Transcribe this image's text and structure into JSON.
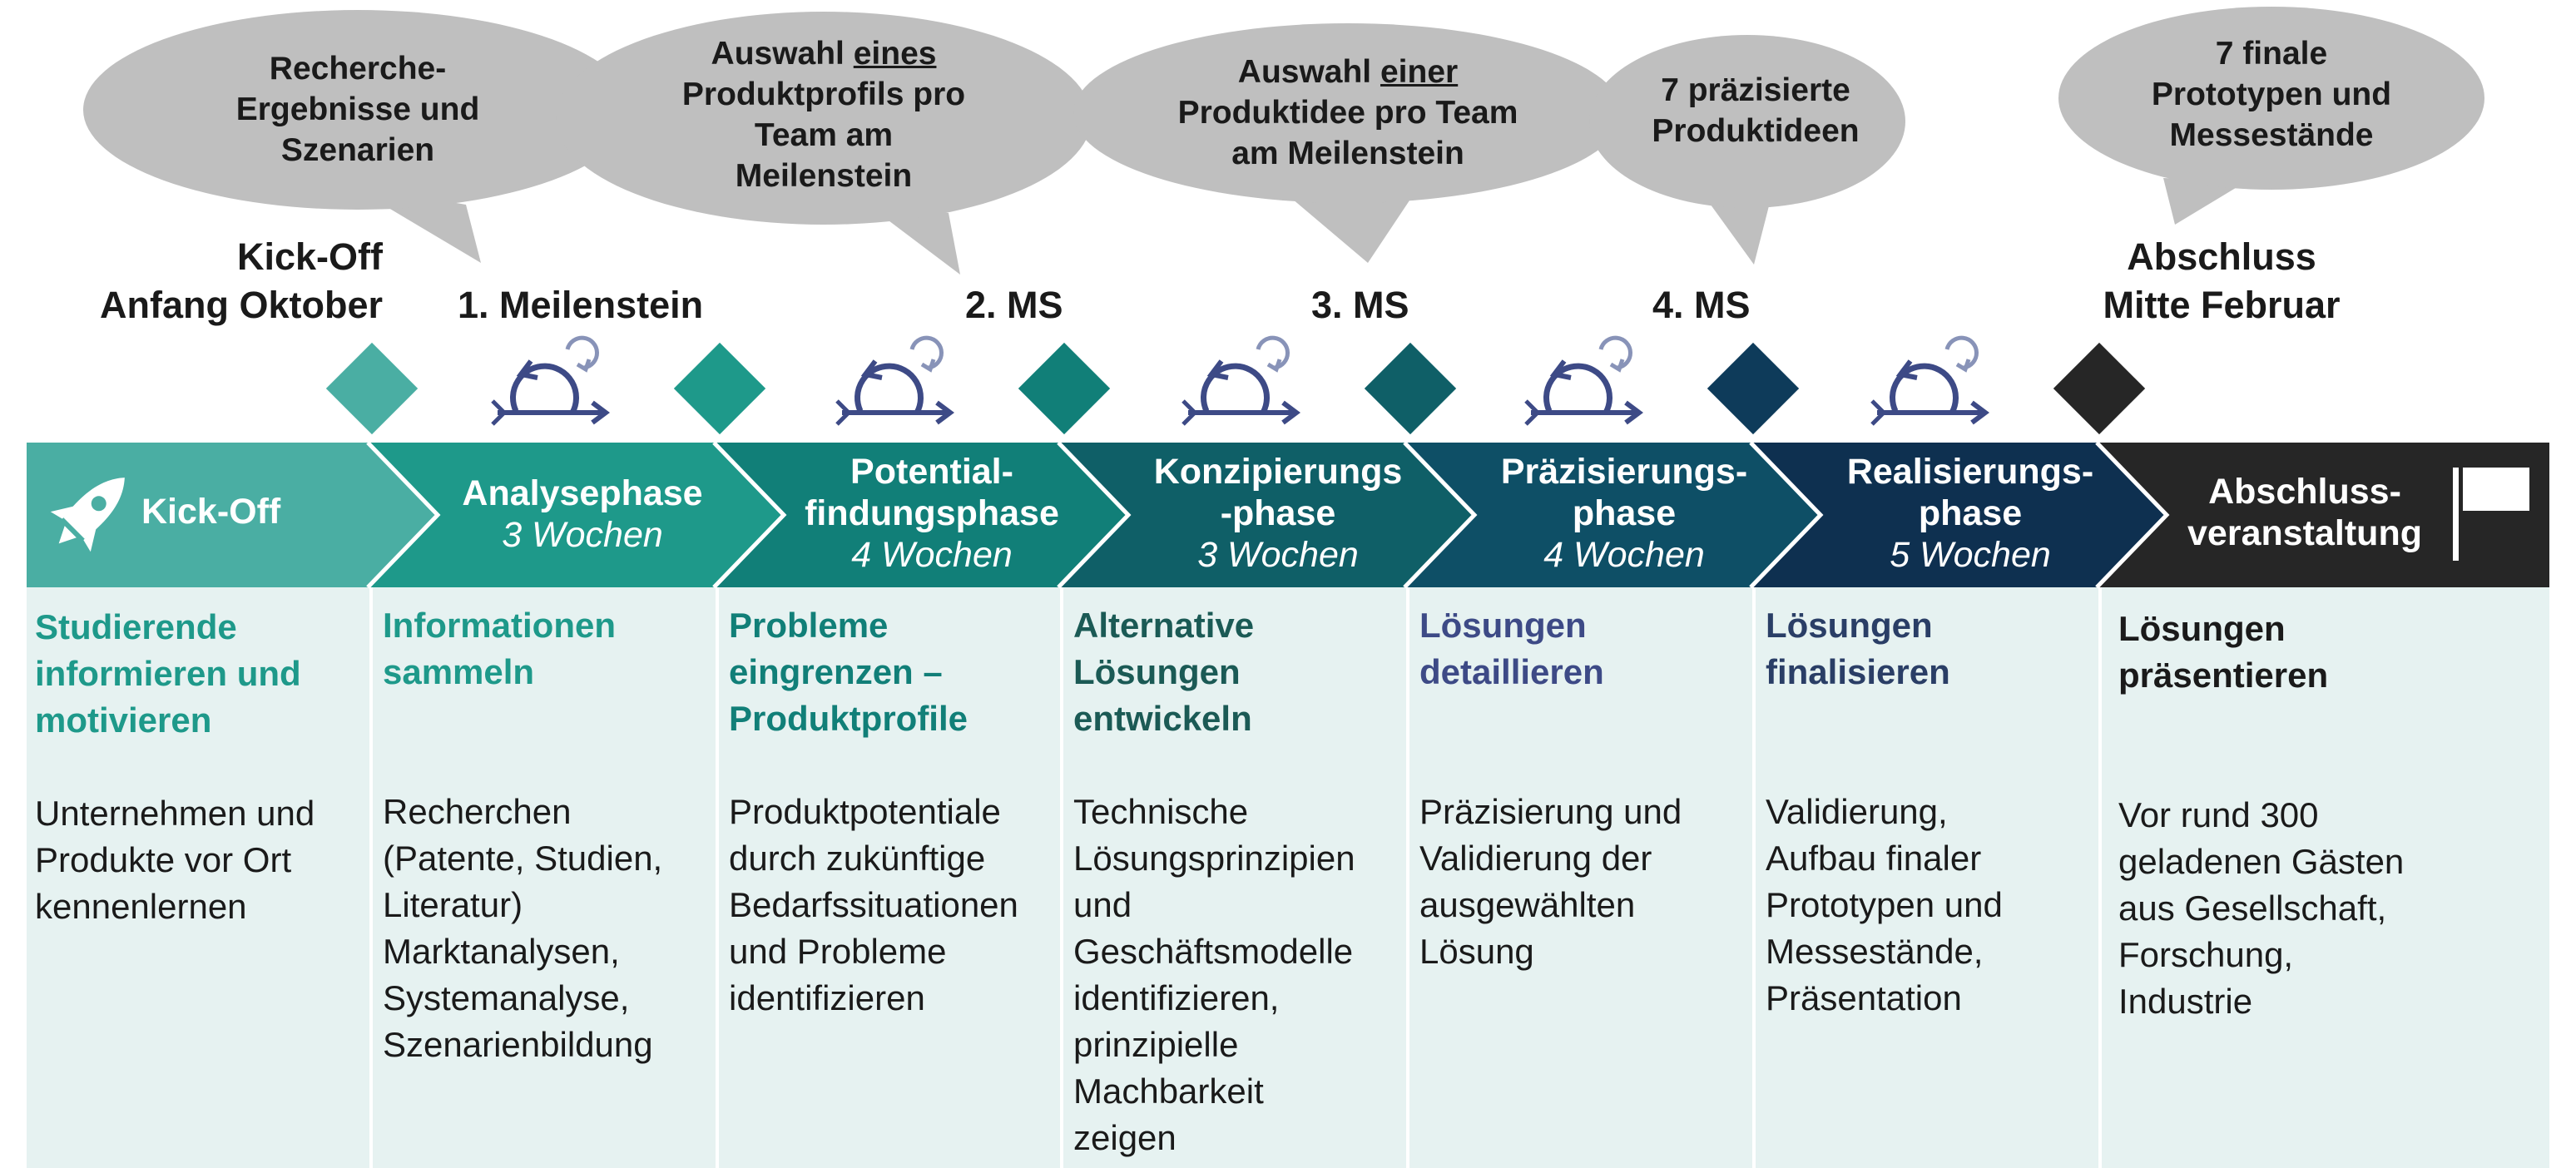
{
  "bubbles": [
    {
      "pre": "Recherche-\nErgebnisse und\nSzenarien",
      "u": "",
      "post": ""
    },
    {
      "pre": "Auswahl ",
      "u": "eines",
      "post": "\nProduktprofils pro\nTeam am\nMeilenstein"
    },
    {
      "pre": "Auswahl ",
      "u": "einer",
      "post": "\nProduktidee pro Team\nam Meilenstein"
    },
    {
      "pre": "7 präzisierte\nProduktideen",
      "u": "",
      "post": ""
    },
    {
      "pre": "7 finale\nPrototypen und\nMessestände",
      "u": "",
      "post": ""
    }
  ],
  "milestones": [
    {
      "label": "Kick-Off\nAnfang Oktober",
      "color": "#4aaea3"
    },
    {
      "label": "1. Meilenstein",
      "color": "#1e998a"
    },
    {
      "label": "2. MS",
      "color": "#117f78"
    },
    {
      "label": "3. MS",
      "color": "#0f5f67"
    },
    {
      "label": "4. MS",
      "color": "#0e3b5a"
    },
    {
      "label": "Abschluss\nMitte Februar",
      "color": "#262626"
    }
  ],
  "phases": [
    {
      "title": "Kick-Off",
      "duration": "",
      "color": "#4aaea3",
      "icon": "rocket-icon",
      "task": "Studierende\ninformieren und\nmotivieren",
      "task_color": "#1e998a",
      "desc": "Unternehmen und\nProdukte vor Ort\nkennenlernen"
    },
    {
      "title": "Analysephase",
      "duration": "3 Wochen",
      "color": "#1e998a",
      "icon": "",
      "task": "Informationen\nsammeln",
      "task_color": "#1e998a",
      "desc": "Recherchen\n(Patente, Studien,\nLiteratur)\nMarktanalysen,\nSystemanalyse,\nSzenarienbildung"
    },
    {
      "title": "Potential-\nfindungsphase",
      "duration": "4 Wochen",
      "color": "#117f78",
      "icon": "",
      "task": "Probleme\neingrenzen –\nProduktprofile",
      "task_color": "#117f78",
      "desc": "Produktpotentiale\ndurch zukünftige\nBedarfssituationen\nund Probleme\nidentifizieren"
    },
    {
      "title": "Konzipierungs\n-phase",
      "duration": "3 Wochen",
      "color": "#0f5f67",
      "icon": "",
      "task": "Alternative\nLösungen\nentwickeln",
      "task_color": "#1b5a55",
      "desc": "Technische\nLösungsprinzipien\nund\nGeschäftsmodelle\nidentifizieren,\nprinzipielle\nMachbarkeit\nzeigen"
    },
    {
      "title": "Präzisierungs-\nphase",
      "duration": "4 Wochen",
      "color": "#0e4f66",
      "icon": "",
      "task": "Lösungen\ndetaillieren",
      "task_color": "#3d4a86",
      "desc": "Präzisierung und\nValidierung der\nausgewählten\nLösung"
    },
    {
      "title": "Realisierungs-\nphase",
      "duration": "5 Wochen",
      "color": "#0e3050",
      "icon": "",
      "task": "Lösungen\nfinalisieren",
      "task_color": "#2a3e66",
      "desc": "Validierung,\nAufbau finaler\nPrototypen und\nMessestände,\nPräsentation"
    },
    {
      "title": "Abschluss-\nveranstaltung",
      "duration": "",
      "color": "#262626",
      "icon": "flag-icon",
      "task": "Lösungen\npräsentieren",
      "task_color": "#1a1a1a",
      "desc": "Vor rund 300\ngeladenen Gästen\naus Gesellschaft,\nForschung,\nIndustrie"
    }
  ],
  "colors": {
    "bubble": "#bfbfbf",
    "body_bg": "#e6f2f1",
    "sprint_icon": "#3d4a86",
    "sprint_small": "#8893b8"
  }
}
